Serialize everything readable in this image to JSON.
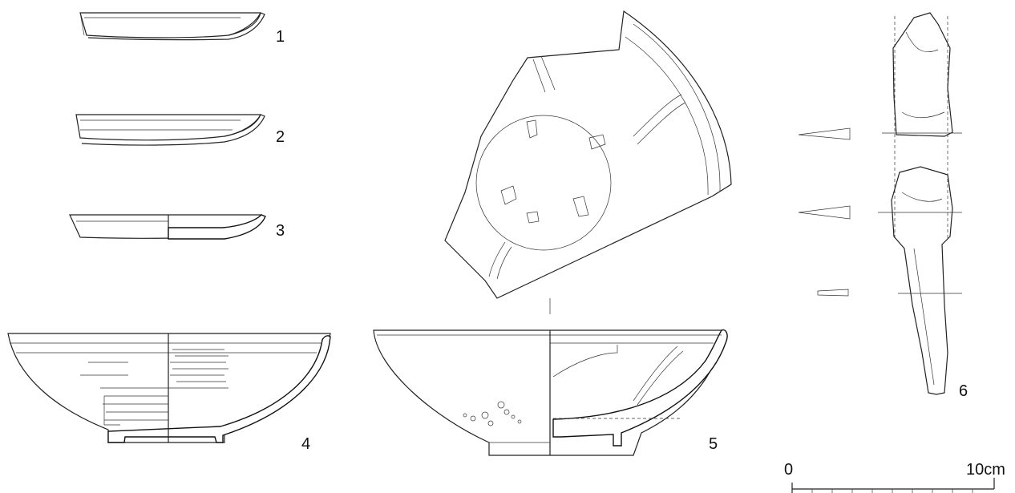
{
  "figure_labels": [
    "1",
    "2",
    "3",
    "4",
    "5",
    "6"
  ],
  "scale_bar": {
    "start_label": "0",
    "end_label": "10cm"
  }
}
